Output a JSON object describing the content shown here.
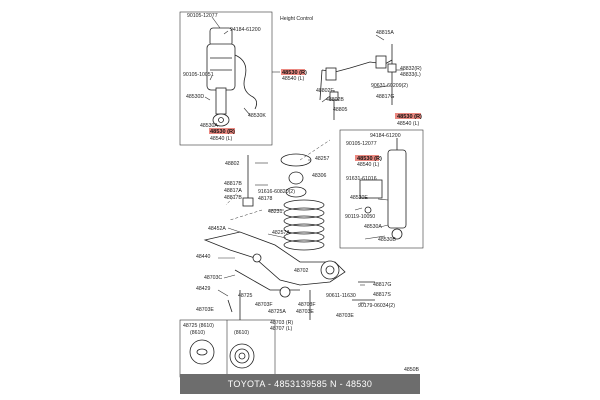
{
  "labels": {
    "l1": "90105-12077",
    "l2": "94184-61200",
    "l3": "90105-10051",
    "l4": "48530D",
    "l5": "48530K",
    "l6": "48530A",
    "l7": "48530 (R)",
    "l8": "48540 (L)",
    "l9": "Height Control",
    "l10": "48530 (R)",
    "l11": "48540 (L)",
    "l12": "48815A",
    "l13": "48832(R)",
    "l14": "48833(L)",
    "l15": "90631-60209(2)",
    "l16": "48817G",
    "l17": "48802E",
    "l18": "48802B",
    "l19": "48805",
    "l20": "48530 (R)",
    "l21": "48540 (L)",
    "l22": "94184-61200",
    "l23": "90105-12077",
    "l24": "48530 (R)",
    "l25": "48540 (L)",
    "l26": "91631-61016",
    "l27": "48530E",
    "l28": "48530A",
    "l29": "90119-10050",
    "l30": "48530B",
    "l31": "48802",
    "l32": "48257",
    "l33": "48306",
    "l34": "48817B",
    "l35": "48817A",
    "l36": "48817B",
    "l37": "91616-60820(2)",
    "l38": "48178",
    "l39": "48231",
    "l40": "48452A",
    "l41": "48257A",
    "l42": "48440",
    "l43": "48703C",
    "l44": "48429",
    "l45": "48703E",
    "l46": "48725",
    "l47": "48703F",
    "l48": "48702",
    "l49": "48725A",
    "l50": "48703F",
    "l51": "48703E",
    "l52": "48703 (R)",
    "l53": "48707 (L)",
    "l54": "48817G",
    "l55": "48817S",
    "l56": "90611-11630",
    "l57": "90179-06034(2)",
    "l58": "48703E",
    "l59": "48725 (8610)",
    "l60": "(8610)",
    "l61": "(8610)",
    "l62": "4850B"
  },
  "footer": {
    "text": "TOYOTA - 4853139585    N - 48530"
  }
}
